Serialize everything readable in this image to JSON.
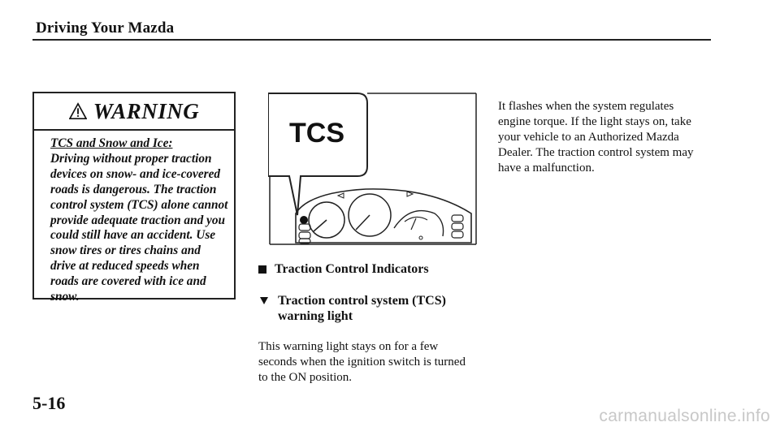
{
  "header": {
    "title": "Driving Your Mazda"
  },
  "warning": {
    "title": "WARNING",
    "subhead": "TCS and Snow and Ice:",
    "text": "Driving without proper traction devices on snow- and ice-covered roads is dangerous. The traction control system (TCS) alone cannot provide adequate traction and you could still have an accident. Use snow tires or tires chains and drive at reduced speeds when roads are covered with ice and snow."
  },
  "illustration": {
    "callout_label": "TCS"
  },
  "section": {
    "heading": "Traction Control Indicators"
  },
  "subsection": {
    "heading": "Traction control system (TCS) warning light"
  },
  "paragraphs": {
    "left": "This warning light stays on for a few seconds when the ignition switch is turned to the ON position.",
    "right": "It flashes when the system regulates engine torque. If the light stays on, take your vehicle to an Authorized Mazda Dealer. The traction control system may have a malfunction."
  },
  "page": {
    "number": "5-16"
  },
  "watermark": "carmanualsonline.info",
  "icons": {
    "warning": "warning-triangle-icon",
    "section_bullet": "square-bullet-icon",
    "subsection_bullet": "triangle-bullet-icon"
  },
  "colors": {
    "ink": "#111111",
    "watermark": "#c8c8c8"
  }
}
